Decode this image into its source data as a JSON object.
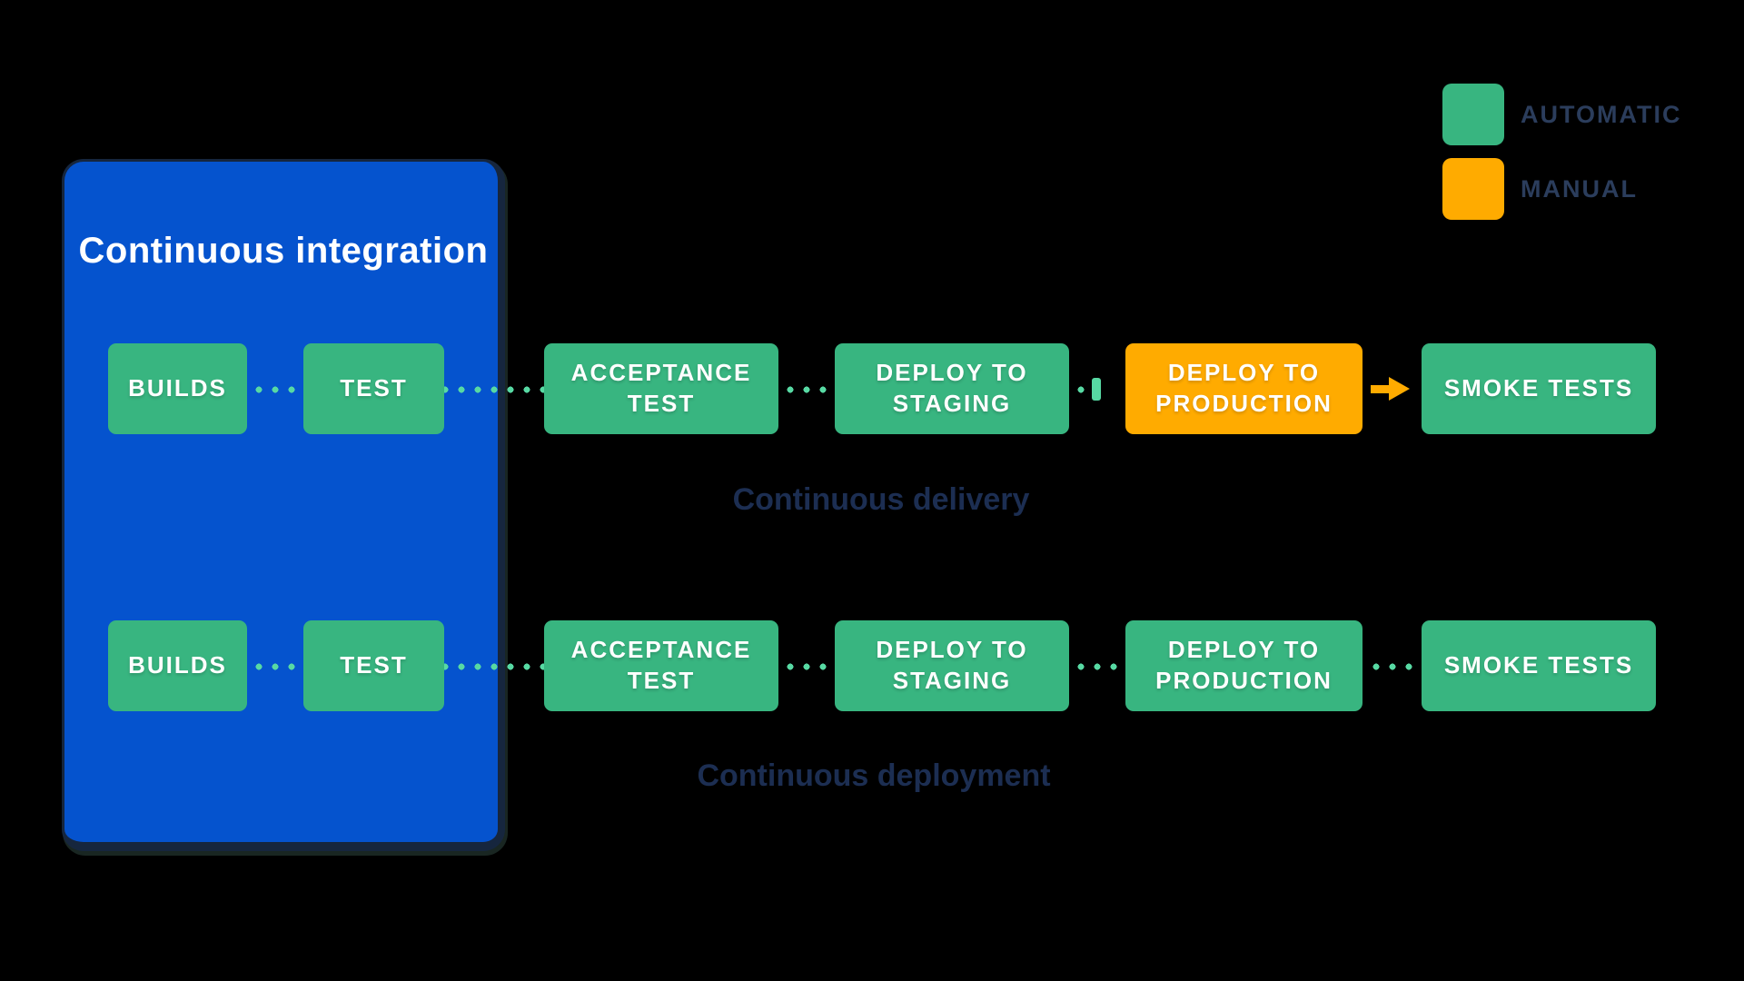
{
  "colors": {
    "background": "#000000",
    "automatic_green": "#38B580",
    "manual_orange": "#FFAB00",
    "connector_dot_green": "#57D9A3",
    "ci_blue": "#0553CE",
    "navy_text": "#1C2E52",
    "box_text": "#FFFFFF"
  },
  "ci_box": {
    "title": "Continuous integration"
  },
  "legend": {
    "items": [
      {
        "label": "AUTOMATIC",
        "type": "automatic"
      },
      {
        "label": "MANUAL",
        "type": "manual"
      }
    ]
  },
  "rows": [
    {
      "caption": "Continuous delivery",
      "boxes": [
        {
          "label": "BUILDS",
          "type": "automatic"
        },
        {
          "label": "TEST",
          "type": "automatic"
        },
        {
          "label": "ACCEPTANCE TEST",
          "type": "automatic"
        },
        {
          "label": "DEPLOY TO STAGING",
          "type": "automatic"
        },
        {
          "label": "DEPLOY TO PRODUCTION",
          "type": "manual"
        },
        {
          "label": "SMOKE TESTS",
          "type": "automatic"
        }
      ],
      "connectors": [
        "dots",
        "dots",
        "dots",
        "dot-then-manual-gate",
        "manual-arrow"
      ]
    },
    {
      "caption": "Continuous deployment",
      "boxes": [
        {
          "label": "BUILDS",
          "type": "automatic"
        },
        {
          "label": "TEST",
          "type": "automatic"
        },
        {
          "label": "ACCEPTANCE TEST",
          "type": "automatic"
        },
        {
          "label": "DEPLOY TO STAGING",
          "type": "automatic"
        },
        {
          "label": "DEPLOY TO PRODUCTION",
          "type": "automatic"
        },
        {
          "label": "SMOKE TESTS",
          "type": "automatic"
        }
      ],
      "connectors": [
        "dots",
        "dots",
        "dots",
        "dots",
        "dots"
      ]
    }
  ]
}
